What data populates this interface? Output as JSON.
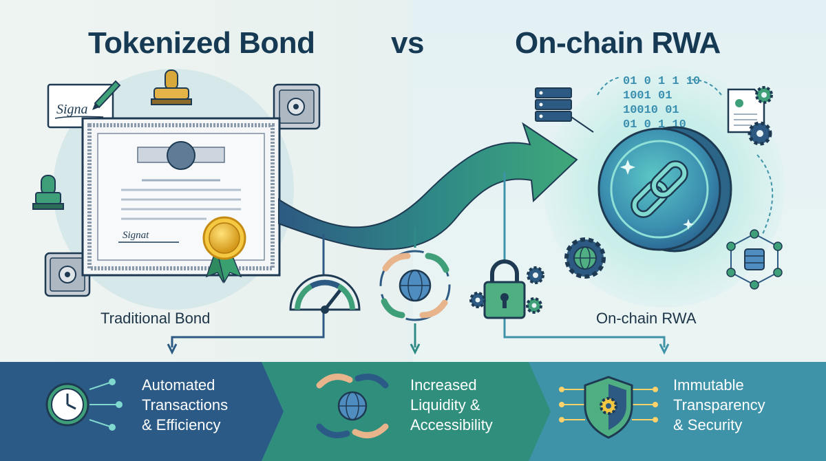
{
  "headings": {
    "left": "Tokenized Bond",
    "middle": "vs",
    "right": "On-chain RWA"
  },
  "captions": {
    "left": "Traditional Bond",
    "right": "On-chain RWA"
  },
  "signature_text": "Signa",
  "certificate_signature": "Signat",
  "binary_lines": [
    "01 0 1 1 10",
    "1001 01",
    "10010 01",
    "01 0 1 10"
  ],
  "bottom_band": {
    "panel1": [
      "Automated",
      "Transactions",
      "& Efficiency"
    ],
    "panel2": [
      "Increased",
      "Liquidity &",
      "Accessibility"
    ],
    "panel3": [
      "Immutable",
      "Transparency",
      "& Security"
    ]
  },
  "colors": {
    "navy": "#173a54",
    "panel1": "#2c5a86",
    "panel2": "#2f8f7c",
    "panel3": "#3e93a8",
    "accent_green": "#3f9f79",
    "gold": "#e1b12c"
  }
}
